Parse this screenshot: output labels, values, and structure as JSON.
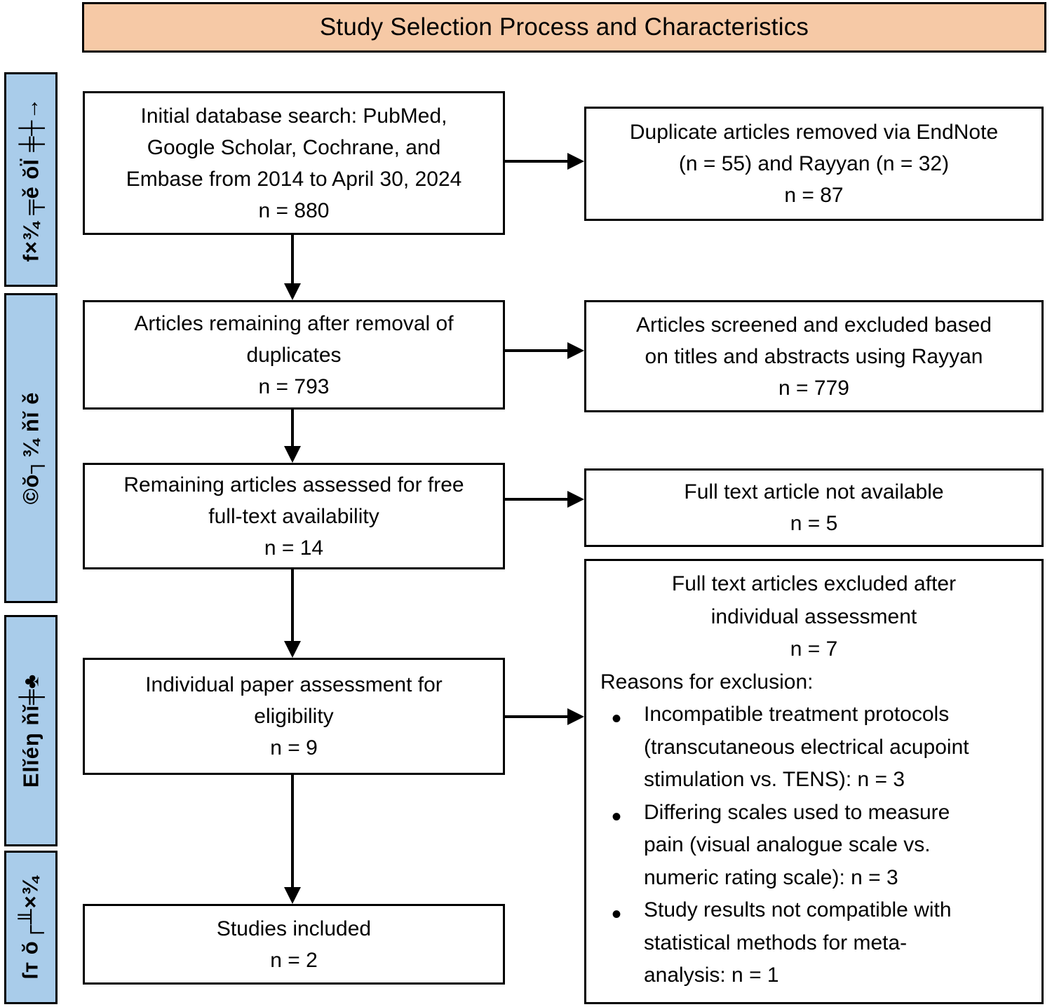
{
  "title": "Study Selection Process and Characteristics",
  "colors": {
    "header_bg": "#F6C9A6",
    "sidebar_bg": "#A9CCEA",
    "border": "#000000",
    "box_bg": "#FFFFFF"
  },
  "sidebar": {
    "labels": [
      "f×¾ ╤ě ŏÏ ╪┼→",
      "©ŏ┐¾ ňĭ ě",
      "Elĭéŋ ňĭ╪♣",
      "ſт ŏ┌╨×¾"
    ]
  },
  "boxes": {
    "left": [
      {
        "text": "Initial database search: PubMed,\nGoogle Scholar, Cochrane, and\nEmbase from 2014 to April 30, 2024\nn = 880"
      },
      {
        "text": "Articles remaining after removal of\nduplicates\nn = 793"
      },
      {
        "text": "Remaining articles assessed for free\nfull-text availability\nn = 14"
      },
      {
        "text": "Individual paper assessment for\neligibility\nn = 9"
      },
      {
        "text": "Studies included\nn = 2"
      }
    ],
    "right": [
      {
        "text": "Duplicate articles removed via EndNote\n(n = 55) and Rayyan (n = 32)\nn = 87"
      },
      {
        "text": "Articles screened and excluded based\non titles and abstracts using Rayyan\nn = 779"
      },
      {
        "text": "Full text article not available\nn = 5"
      },
      {
        "head": "Full text articles excluded after\nindividual assessment\nn = 7",
        "reasons_heading": "Reasons for exclusion:",
        "bullets": [
          "Incompatible treatment protocols\n(transcutaneous electrical acupoint\nstimulation vs. TENS): n = 3",
          "Differing scales used to measure\npain (visual analogue scale vs.\nnumeric rating scale): n = 3",
          "Study results not compatible with\nstatistical methods for meta-\nanalysis: n = 1"
        ]
      }
    ]
  }
}
